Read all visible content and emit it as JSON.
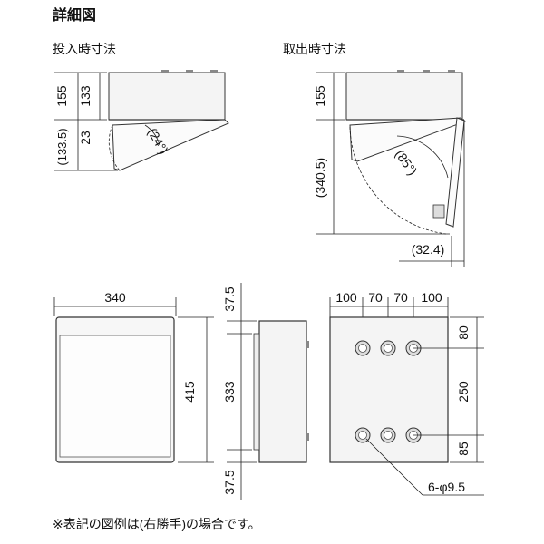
{
  "header": {
    "title": "詳細図"
  },
  "top_left": {
    "label": "投入時寸法",
    "dims": [
      "155",
      "133",
      "23",
      "(133.5)",
      "(24°)"
    ]
  },
  "top_right": {
    "label": "取出時寸法",
    "dims": [
      "155",
      "(340.5)",
      "(85°)",
      "(32.4)"
    ]
  },
  "front": {
    "width": "340",
    "height": "415"
  },
  "side": {
    "dims": [
      "37.5",
      "333",
      "37.5"
    ]
  },
  "back": {
    "horizontal": [
      "100",
      "70",
      "70",
      "100"
    ],
    "vertical": [
      "80",
      "250",
      "85"
    ],
    "holes_note": "6-φ9.5"
  },
  "footnote": "※表記の図例は(右勝手)の場合です。"
}
